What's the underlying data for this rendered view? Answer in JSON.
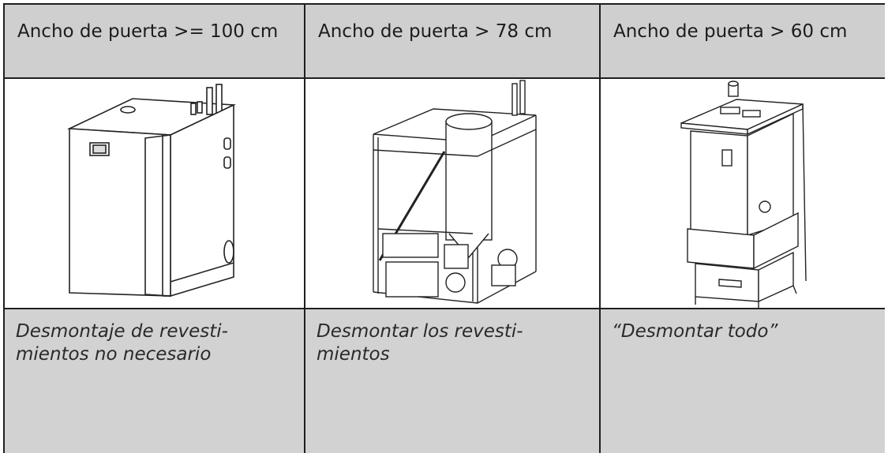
{
  "columns": [
    {
      "header": "Ancho de puerta >= 100 cm",
      "caption": "Desmontaje de revesti-\nmientos no necesario",
      "image_icon": "boiler-closed-icon"
    },
    {
      "header": "Ancho de puerta > 78 cm",
      "caption": "Desmontar los revesti-\nmientos",
      "image_icon": "boiler-frame-icon"
    },
    {
      "header": "Ancho de puerta > 60 cm",
      "caption": "“Desmontar todo”",
      "image_icon": "boiler-core-icon"
    }
  ]
}
